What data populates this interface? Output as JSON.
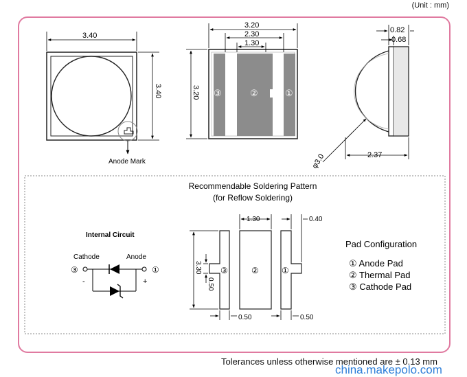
{
  "unit_label": "(Unit : mm)",
  "tolerance_note": "Tolerances unless otherwise mentioned are ± 0.13 mm",
  "watermark": "china.makepolo.com",
  "top_view": {
    "width_dim": "3.40",
    "height_dim": "3.40",
    "anode_mark_label": "Anode Mark"
  },
  "bottom_view": {
    "dim_total": "3.20",
    "dim_middle": "2.30",
    "dim_inner": "1.30",
    "dim_side": "3.20",
    "pad_left": "③",
    "pad_center": "②",
    "pad_right": "①"
  },
  "side_view": {
    "dim_top1": "0.82",
    "dim_top2": "0.68",
    "dim_bottom": "2.37",
    "dim_diameter": "φ3.0"
  },
  "soldering": {
    "title": "Recommendable Soldering Pattern",
    "subtitle": "(for Reflow Soldering)",
    "dim_width_center": "1.30",
    "dim_right_gap": "0.40",
    "dim_height": "3.30",
    "dim_notch": "0.50",
    "dim_bottom_left": "0.50",
    "dim_bottom_right": "0.50",
    "pad_left": "③",
    "pad_center": "②",
    "pad_right": "①"
  },
  "circuit": {
    "title": "Internal Circuit",
    "cathode_label": "Cathode",
    "anode_label": "Anode",
    "left_symbol": "③",
    "right_symbol": "①",
    "minus": "-",
    "plus": "+"
  },
  "pad_config": {
    "title": "Pad Configuration",
    "items": [
      "① Anode Pad",
      "② Thermal Pad",
      "③ Cathode Pad"
    ]
  }
}
